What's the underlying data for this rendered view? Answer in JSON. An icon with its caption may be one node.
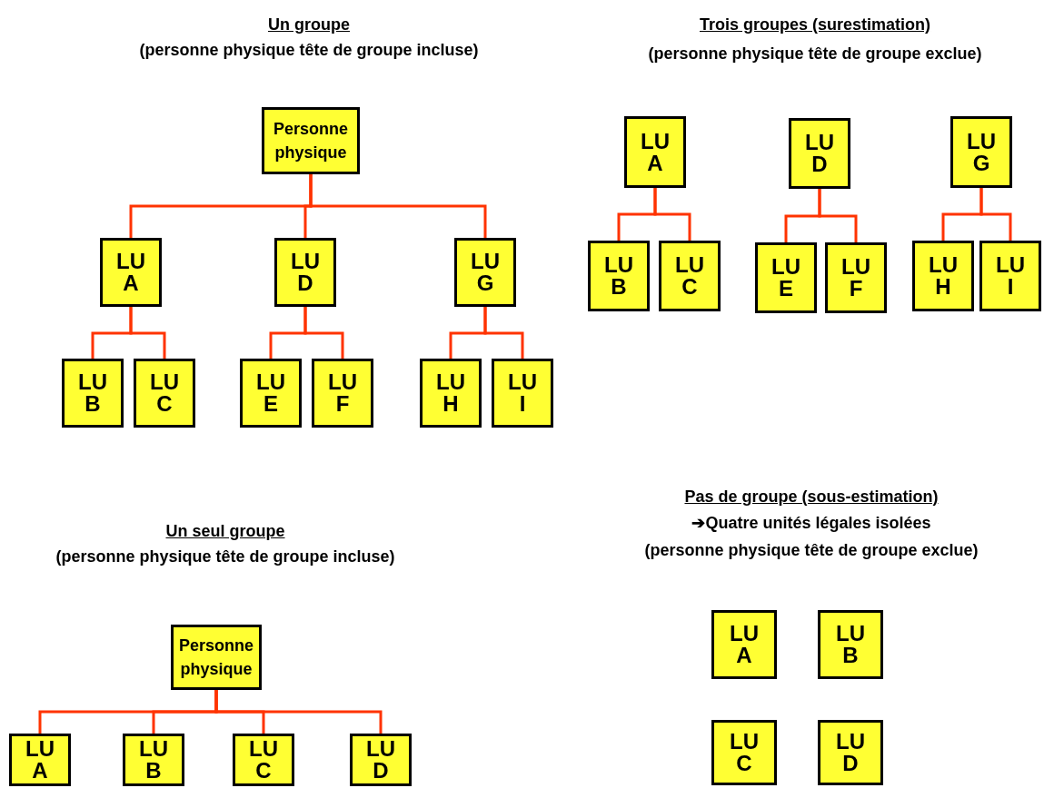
{
  "diagram": {
    "nodes": [
      {
        "text": [
          "Personne physique"
        ]
      },
      {
        "text": [
          "LU A"
        ]
      },
      {
        "text": [
          "LU D"
        ]
      },
      {
        "text": [
          "LU G"
        ]
      },
      {
        "text": [
          "LU B"
        ]
      },
      {
        "text": [
          "LU C"
        ]
      },
      {
        "text": [
          "LU E"
        ]
      },
      {
        "text": [
          "LU F"
        ]
      },
      {
        "text": [
          "LU H"
        ]
      },
      {
        "text": [
          "LU I"
        ]
      },
      {
        "text": [
          "LU A"
        ]
      },
      {
        "text": [
          "LU D"
        ]
      },
      {
        "text": [
          "LU G"
        ]
      },
      {
        "text": [
          "LU B"
        ]
      },
      {
        "text": [
          "LU C"
        ]
      },
      {
        "text": [
          "LU E"
        ]
      },
      {
        "text": [
          "LU F"
        ]
      },
      {
        "text": [
          "LU H"
        ]
      },
      {
        "text": [
          "LU I"
        ]
      },
      {
        "text": [
          "Personne physique"
        ]
      },
      {
        "text": [
          "LU A"
        ]
      },
      {
        "text": [
          "LU B"
        ]
      },
      {
        "text": [
          "LU C"
        ]
      },
      {
        "text": [
          "LU D"
        ]
      },
      {
        "text": [
          "LU A"
        ]
      },
      {
        "text": [
          "LU B"
        ]
      },
      {
        "text": [
          "LU C"
        ]
      },
      {
        "text": [
          "LU D"
        ]
      }
    ],
    "edges": [
      {
        "from": 0,
        "to": 1,
        "arrow": "none"
      },
      {
        "from": 0,
        "to": 2,
        "arrow": "none"
      },
      {
        "from": 0,
        "to": 3,
        "arrow": "none"
      },
      {
        "from": 1,
        "to": 4,
        "arrow": "none"
      },
      {
        "from": 1,
        "to": 5,
        "arrow": "none"
      },
      {
        "from": 2,
        "to": 6,
        "arrow": "none"
      },
      {
        "from": 2,
        "to": 7,
        "arrow": "none"
      },
      {
        "from": 3,
        "to": 8,
        "arrow": "none"
      },
      {
        "from": 3,
        "to": 9,
        "arrow": "none"
      },
      {
        "from": 10,
        "to": 13,
        "arrow": "none"
      },
      {
        "from": 10,
        "to": 14,
        "arrow": "none"
      },
      {
        "from": 11,
        "to": 15,
        "arrow": "none"
      },
      {
        "from": 11,
        "to": 16,
        "arrow": "none"
      },
      {
        "from": 12,
        "to": 17,
        "arrow": "none"
      },
      {
        "from": 12,
        "to": 18,
        "arrow": "none"
      },
      {
        "from": 19,
        "to": 20,
        "arrow": "none"
      },
      {
        "from": 19,
        "to": 21,
        "arrow": "none"
      },
      {
        "from": 19,
        "to": 22,
        "arrow": "none"
      },
      {
        "from": 19,
        "to": 23,
        "arrow": "none"
      }
    ],
    "labels": [
      "Un groupe",
      "(personne physique tête de groupe incluse)",
      "Trois groupes (surestimation)",
      "(personne physique tête de groupe exclue)",
      "Pas de groupe (sous-estimation)",
      "➔Quatre unités légales isolées",
      "(personne physique tête de groupe exclue)",
      "Un seul groupe",
      "(personne physique tête de groupe incluse)"
    ]
  }
}
